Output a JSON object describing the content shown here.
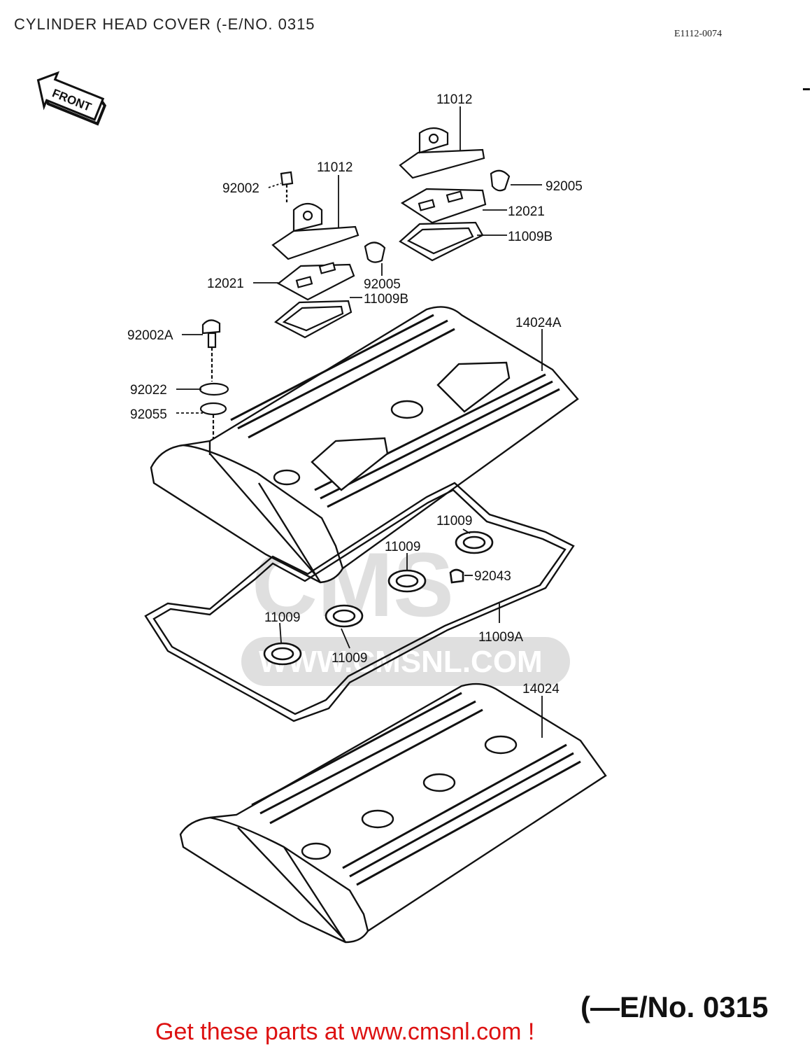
{
  "page": {
    "title": "CYLINDER HEAD COVER (-E/NO. 0315",
    "diagram_code": "E1112-0074",
    "range_label": "(—E/No. 0315",
    "promo_text": "Get these parts at www.cmsnl.com !"
  },
  "front_arrow": {
    "label": "FRONT"
  },
  "watermark": {
    "logo_text": "CMS",
    "url_text": "WWW.CMSNL.COM"
  },
  "callouts": {
    "breather_cover_right": "11012",
    "breather_cover_left": "11012",
    "bolt_left": "92002",
    "cap_right": "92005",
    "cap_left": "92005",
    "plate_right": "12021",
    "plate_left": "12021",
    "gasket_right": "11009B",
    "gasket_left": "11009B",
    "cover_top": "14024A",
    "bolt_a": "92002A",
    "washer": "92022",
    "seal_washer": "92055",
    "plug_seal_1": "11009",
    "plug_seal_2": "11009",
    "plug_seal_3": "11009",
    "plug_seal_4": "11009",
    "dowel": "92043",
    "cover_gasket": "11009A",
    "cover_bottom": "14024"
  }
}
